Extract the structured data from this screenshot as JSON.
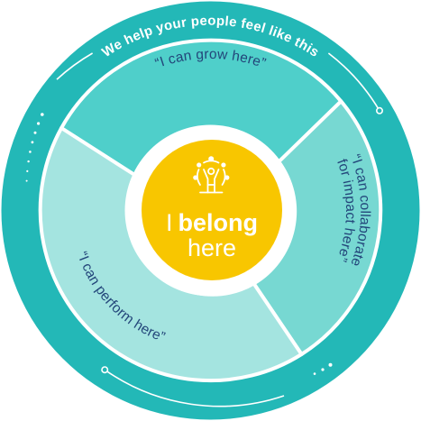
{
  "outer_ring": {
    "caption": "We help your people feel like this"
  },
  "segments": {
    "grow": "“I can grow here”",
    "collaborate_line1": "“I can collaborate",
    "collaborate_line2": "for impact here”",
    "perform": "“I can perform here”"
  },
  "center": {
    "word_i": "I",
    "word_belong": "belong",
    "word_here": "here",
    "icon": "people-circle-icon"
  },
  "colors": {
    "outer_ring": "#23b8b7",
    "segment_grow": "#4fcfca",
    "segment_collaborate": "#77d8d2",
    "segment_perform": "#a4e4e0",
    "center_fill": "#f8c600",
    "text_dark": "#23467a"
  }
}
